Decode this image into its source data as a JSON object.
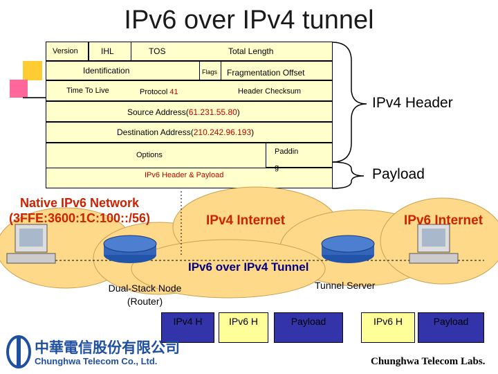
{
  "title": "IPv6 over IPv4 tunnel",
  "header_fields": {
    "version": "Version",
    "ihl": "IHL",
    "tos": "TOS",
    "total_length": "Total Length",
    "identification": "Identification",
    "flags": "Flags",
    "fragmentation_offset": "Fragmentation Offset",
    "ttl": "Time To Live",
    "protocol_label": "Protocol ",
    "protocol_value": "41",
    "checksum": "Header Checksum",
    "src_label": "Source Address(",
    "src_value": "61.231.55.80",
    "dst_label": "Destination Address(",
    "dst_value": "210.242.96.193",
    "close_paren": ")",
    "options": "Options",
    "padding_1": "Paddin",
    "padding_2": "g",
    "payload_field": "IPv6 Header & Payload"
  },
  "side_labels": {
    "ipv4_header": "IPv4 Header",
    "payload": "Payload"
  },
  "network": {
    "native_line1": "Native IPv6 Network",
    "native_line2": "(3FFE:3600:1C:100::/56)",
    "ipv4_internet": "IPv4 Internet",
    "ipv6_internet": "IPv6 Internet",
    "tunnel": "IPv6 over IPv4 Tunnel",
    "dual_stack_1": "Dual-Stack Node",
    "dual_stack_2": "(Router)",
    "tunnel_server": "Tunnel Server"
  },
  "packets": {
    "left": [
      "IPv4 H",
      "IPv6 H",
      "Payload"
    ],
    "right": [
      "IPv6 H",
      "Payload"
    ]
  },
  "logo": {
    "company_cn": "中華電信股份有限公司",
    "company_en": "Chunghwa Telecom Co., Ltd.",
    "labs": "Chunghwa Telecom Labs."
  },
  "colors": {
    "header_fill": "#ffffcc",
    "highlight_red": "#c00000",
    "cloud": "#ffd98a",
    "packet_blue": "#3333aa",
    "packet_yellow": "#ffff99"
  }
}
